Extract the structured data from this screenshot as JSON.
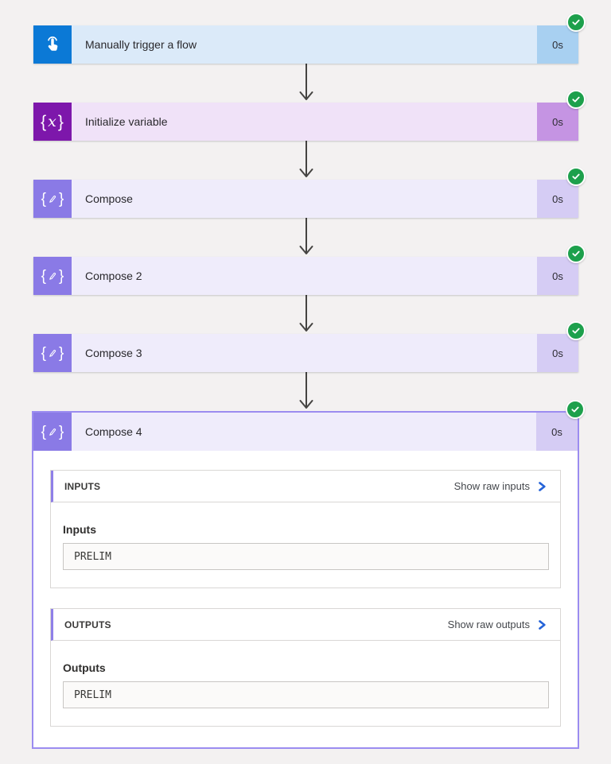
{
  "flow_run": {
    "nodes": [
      {
        "title": "Manually trigger a flow",
        "duration": "0s",
        "status": "Succeeded",
        "icon": "manual-trigger-icon",
        "theme": "blue"
      },
      {
        "title": "Initialize variable",
        "duration": "0s",
        "status": "Succeeded",
        "icon": "variable-icon",
        "theme": "purple"
      },
      {
        "title": "Compose",
        "duration": "0s",
        "status": "Succeeded",
        "icon": "compose-icon",
        "theme": "violet"
      },
      {
        "title": "Compose 2",
        "duration": "0s",
        "status": "Succeeded",
        "icon": "compose-icon",
        "theme": "violet"
      },
      {
        "title": "Compose 3",
        "duration": "0s",
        "status": "Succeeded",
        "icon": "compose-icon",
        "theme": "violet"
      }
    ],
    "expanded_node": {
      "title": "Compose 4",
      "duration": "0s",
      "status": "Succeeded",
      "icon": "compose-icon",
      "theme": "violet",
      "sections": [
        {
          "header": "INPUTS",
          "link_label": "Show raw inputs",
          "field_label": "Inputs",
          "field_value": "PRELIM"
        },
        {
          "header": "OUTPUTS",
          "link_label": "Show raw outputs",
          "field_label": "Outputs",
          "field_value": "PRELIM"
        }
      ]
    },
    "colors": {
      "page_background": "#f3f1f1",
      "trigger_icon": "#0b79d6",
      "trigger_row": "#dbeaf9",
      "trigger_duration": "#a8d0f1",
      "variable_icon": "#7d17ab",
      "variable_row": "#f0e2f8",
      "variable_duration": "#c594e3",
      "compose_icon": "#8a7ae6",
      "compose_row": "#efecfb",
      "compose_duration": "#d5ccf4",
      "success_badge": "#1da04c",
      "card_border": "#9b8cf0",
      "link_chevron": "#2563d8",
      "connector_arrow": "#454442"
    }
  }
}
